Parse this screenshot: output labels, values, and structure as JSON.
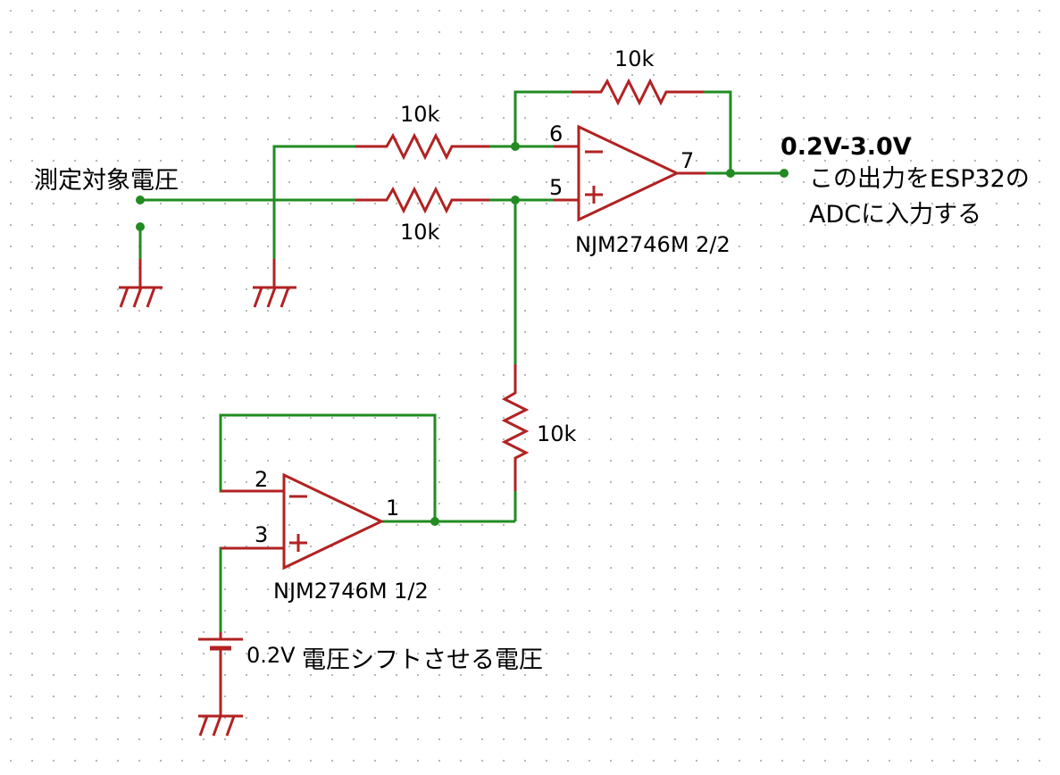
{
  "labels": {
    "input_voltage": "測定対象電圧",
    "output_range": "0.2V-3.0V",
    "output_note_line1": "この出力をESP32の",
    "output_note_line2": "ADCに入力する",
    "shift_voltage_value": "0.2V",
    "shift_voltage_desc": "電圧シフトさせる電圧",
    "opamp_upper": "NJM2746M 2/2",
    "opamp_lower": "NJM2746M  1/2"
  },
  "resistors": {
    "feedback": "10k",
    "inverting_input": "10k",
    "noninverting_input": "10k",
    "shift": "10k"
  },
  "pins": {
    "upper_inv": "6",
    "upper_noninv": "5",
    "upper_out": "7",
    "lower_inv": "2",
    "lower_noninv": "3",
    "lower_out": "1"
  },
  "colors": {
    "wire": "#228B22",
    "component": "#B22222",
    "grid_dot": "#b0b0b0"
  }
}
